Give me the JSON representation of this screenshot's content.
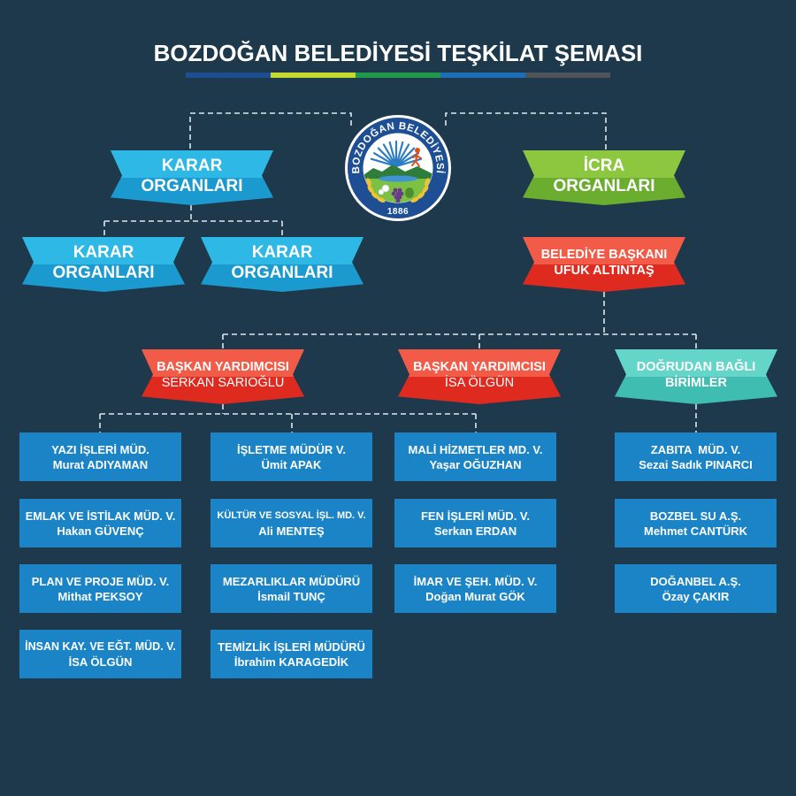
{
  "title": "BOZDOĞAN BELEDİYESİ TEŞKİLAT ŞEMASI",
  "title_bar_colors": [
    "#1d4e92",
    "#c6d930",
    "#20994a",
    "#1c6eb6",
    "#4e5459"
  ],
  "colors": {
    "background": "#1e394c",
    "cyan_light": "#2db8e6",
    "cyan_dark": "#1b9ad0",
    "green_light": "#8dc63f",
    "green_dark": "#6bad2f",
    "red_light": "#f25b48",
    "red_dark": "#de2a1f",
    "teal_light": "#64d5c9",
    "teal_dark": "#3fbdb1",
    "unit_box": "#1b84c6",
    "logo_ring": "#1e4f94"
  },
  "logo": {
    "ring_text": "BOZDOĞAN BELEDİYESİ",
    "year": "1886"
  },
  "karar": {
    "main": {
      "line1": "KARAR",
      "line2": "ORGANLARI"
    },
    "sub": [
      {
        "line1": "KARAR",
        "line2": "ORGANLARI"
      },
      {
        "line1": "KARAR",
        "line2": "ORGANLARI"
      }
    ]
  },
  "icra": {
    "line1": "İCRA",
    "line2": "ORGANLARI"
  },
  "baskan": {
    "line1": "BELEDİYE BAŞKANI",
    "line2": "UFUK ALTINTAŞ"
  },
  "level2": [
    {
      "line1": "BAŞKAN YARDIMCISI",
      "line2": "SERKAN SARIOĞLU"
    },
    {
      "line1": "BAŞKAN YARDIMCISI",
      "line2": "İSA ÖLGÜN"
    },
    {
      "line1": "DOĞRUDAN BAĞLI",
      "line2": "BİRİMLER"
    }
  ],
  "units": {
    "col1": [
      {
        "title": "YAZI İŞLERİ MÜD.",
        "person": "Murat ADIYAMAN"
      },
      {
        "title": "EMLAK VE İSTİLAK MÜD. V.",
        "person": "Hakan GÜVENÇ"
      },
      {
        "title": "PLAN VE PROJE MÜD. V.",
        "person": "Mithat PEKSOY"
      },
      {
        "title": "İNSAN KAY. VE EĞT. MÜD. V.",
        "person": "İSA ÖLGÜN"
      }
    ],
    "col2": [
      {
        "title": "İŞLETME MÜDÜR V.",
        "person": "Ümit APAK"
      },
      {
        "title": "KÜLTÜR VE SOSYAL İŞL. MD. V.",
        "person": "Ali MENTEŞ"
      },
      {
        "title": "MEZARLIKLAR MÜDÜRÜ",
        "person": "İsmail TUNÇ"
      },
      {
        "title": "TEMİZLİK İŞLERİ MÜDÜRÜ",
        "person": "İbrahim KARAGEDİK"
      }
    ],
    "col3": [
      {
        "title": "MALİ HİZMETLER MD. V.",
        "person": "Yaşar OĞUZHAN"
      },
      {
        "title": "FEN İŞLERİ MÜD. V.",
        "person": "Serkan ERDAN"
      },
      {
        "title": "İMAR VE ŞEH. MÜD. V.",
        "person": "Doğan Murat GÖK"
      }
    ],
    "col4": [
      {
        "title": "ZABITA  MÜD. V.",
        "person": "Sezai Sadık PINARCI"
      },
      {
        "title": "BOZBEL SU A.Ş.",
        "person": "Mehmet CANTÜRK"
      },
      {
        "title": "DOĞANBEL A.Ş.",
        "person": "Özay ÇAKIR"
      }
    ]
  }
}
